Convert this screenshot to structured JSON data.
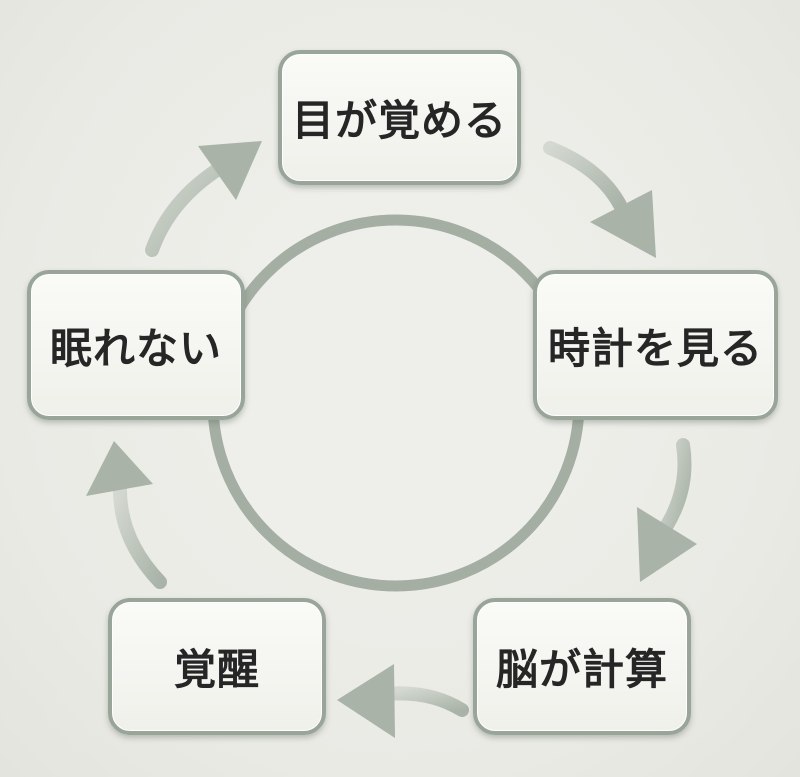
{
  "nodes": [
    {
      "id": "wake",
      "label": "目が覚める"
    },
    {
      "id": "clock",
      "label": "時計を見る"
    },
    {
      "id": "brain",
      "label": "脳が計算"
    },
    {
      "id": "arousal",
      "label": "覚醒"
    },
    {
      "id": "sleep",
      "label": "眠れない"
    }
  ],
  "edges": [
    {
      "from": "wake",
      "to": "clock"
    },
    {
      "from": "clock",
      "to": "brain"
    },
    {
      "from": "brain",
      "to": "arousal"
    },
    {
      "from": "arousal",
      "to": "sleep"
    },
    {
      "from": "sleep",
      "to": "wake"
    }
  ],
  "colors": {
    "ring": "#a4aea2",
    "arrow": "#b8c1b6",
    "box_border": "#9aa59a",
    "text": "#262626"
  }
}
